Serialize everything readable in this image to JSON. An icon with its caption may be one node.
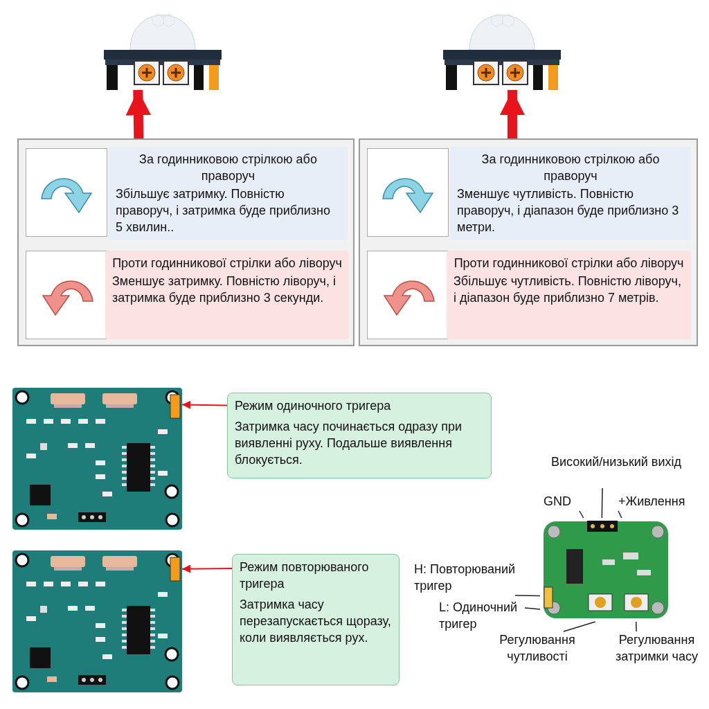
{
  "diagram": {
    "nodes": [
      {
        "text": [],
        "shape": "picture"
      },
      {
        "text": [],
        "shape": "box"
      },
      {
        "text": [
          "За годинниковою стрілкою або праворуч",
          "Збільшує затримку. Повністю праворуч, і затримка буде приблизно 5 хвилин.."
        ],
        "in": 1
      },
      {
        "text": [
          "Проти годинникової стрілки або ліворуч",
          "Зменшує затримку. Повністю ліворуч, і затримка буде приблизно 3 секунди."
        ],
        "in": 1
      },
      {
        "text": [],
        "shape": "picture"
      },
      {
        "text": [],
        "shape": "box"
      },
      {
        "text": [
          "За годинниковою стрілкою або праворуч",
          "Зменшує чутливість. Повністю праворуч, і діапазон буде приблизно 3 метри."
        ],
        "in": 5
      },
      {
        "text": [
          "Проти годинникової стрілки або ліворуч",
          "Збільшує чутливість. Повністю ліворуч, і діапазон буде приблизно 7 метрів."
        ],
        "in": 5
      },
      {
        "text": [],
        "shape": "picture"
      },
      {
        "text": [
          "Режим одиночного тригера",
          "Затримка часу починається одразу при виявленні руху. Подальше виявлення блокується."
        ]
      },
      {
        "text": [],
        "shape": "picture"
      },
      {
        "text": [
          "Режим повторюваного тригера",
          "Затримка часу перезапускається щоразу, коли виявляється рух."
        ]
      },
      {
        "text": [],
        "shape": "picture"
      },
      {
        "text": [
          "Високий/низький вихід"
        ]
      },
      {
        "text": [
          "GND"
        ]
      },
      {
        "text": [
          "+Живлення"
        ]
      },
      {
        "text": [
          "H: Повторюваний тригер"
        ]
      },
      {
        "text": [
          "L: Одиночний тригер"
        ]
      },
      {
        "text": [
          "Регулювання чутливості"
        ]
      },
      {
        "text": [
          "Регулювання затримки часу"
        ]
      }
    ],
    "edges": [
      {
        "from": 1,
        "to": 0,
        "arrow": "to",
        "style": "thick",
        "color": "#e8141b"
      },
      {
        "from": 5,
        "to": 4,
        "arrow": "to",
        "style": "thick",
        "color": "#e8141b"
      },
      {
        "from": 9,
        "to": 8,
        "arrow": "to",
        "color": "#e8141b"
      },
      {
        "from": 11,
        "to": 10,
        "arrow": "to",
        "color": "#e8141b"
      },
      {
        "from": 13,
        "to": 12,
        "arrow": "none"
      },
      {
        "from": 14,
        "to": 12,
        "arrow": "none"
      },
      {
        "from": 15,
        "to": 12,
        "arrow": "none"
      },
      {
        "from": 16,
        "to": 12,
        "arrow": "none"
      },
      {
        "from": 17,
        "to": 12,
        "arrow": "none"
      },
      {
        "from": 18,
        "to": 12,
        "arrow": "none"
      },
      {
        "from": 19,
        "to": 12,
        "arrow": "none"
      }
    ]
  }
}
